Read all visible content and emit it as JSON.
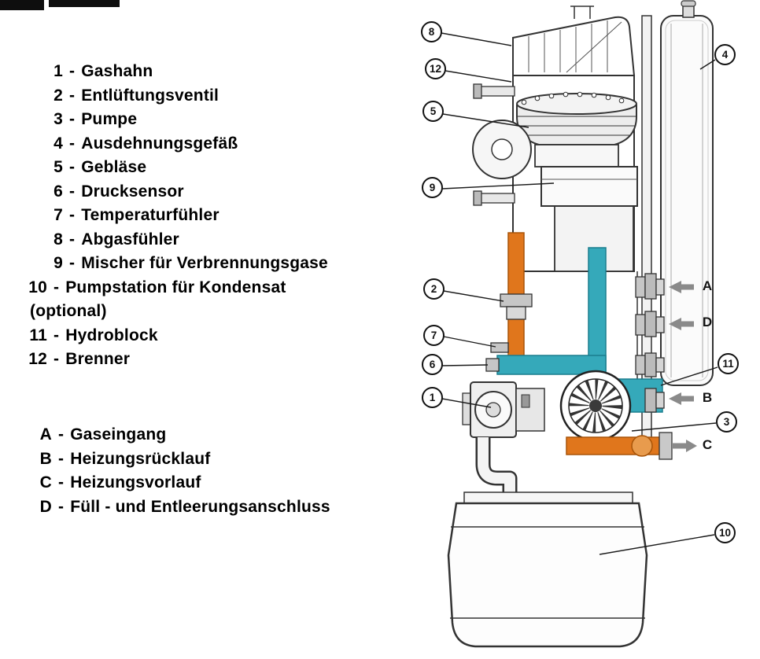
{
  "legend": {
    "separator": "-",
    "items": [
      {
        "num": "1",
        "label": "Gashahn"
      },
      {
        "num": "2",
        "label": "Entlüftungsventil"
      },
      {
        "num": "3",
        "label": "Pumpe"
      },
      {
        "num": "4",
        "label": "Ausdehnungsgefäß"
      },
      {
        "num": "5",
        "label": "Gebläse"
      },
      {
        "num": "6",
        "label": "Drucksensor"
      },
      {
        "num": "7",
        "label": "Temperaturfühler"
      },
      {
        "num": "8",
        "label": "Abgasfühler"
      },
      {
        "num": "9",
        "label": "Mischer für Verbrennungsgase"
      },
      {
        "num": "10",
        "label": "Pumpstation für Kondensat",
        "label2": "(optional)"
      },
      {
        "num": "11",
        "label": "Hydroblock"
      },
      {
        "num": "12",
        "label": "Brenner"
      }
    ],
    "connections": [
      {
        "id": "A",
        "label": "Gaseingang"
      },
      {
        "id": "B",
        "label": "Heizungsrücklauf"
      },
      {
        "id": "C",
        "label": "Heizungsvorlauf"
      },
      {
        "id": "D",
        "label": "Füll - und Entleerungsanschluss"
      }
    ]
  },
  "diagram": {
    "callouts": [
      "8",
      "12",
      "5",
      "9",
      "2",
      "7",
      "6",
      "1",
      "4",
      "11",
      "3",
      "10"
    ],
    "ports": [
      "A",
      "D",
      "B",
      "C"
    ],
    "colors": {
      "flow_pipe": "#e0761c",
      "return_pipe": "#35a9ba",
      "arrow": "#8a8a8a"
    }
  }
}
